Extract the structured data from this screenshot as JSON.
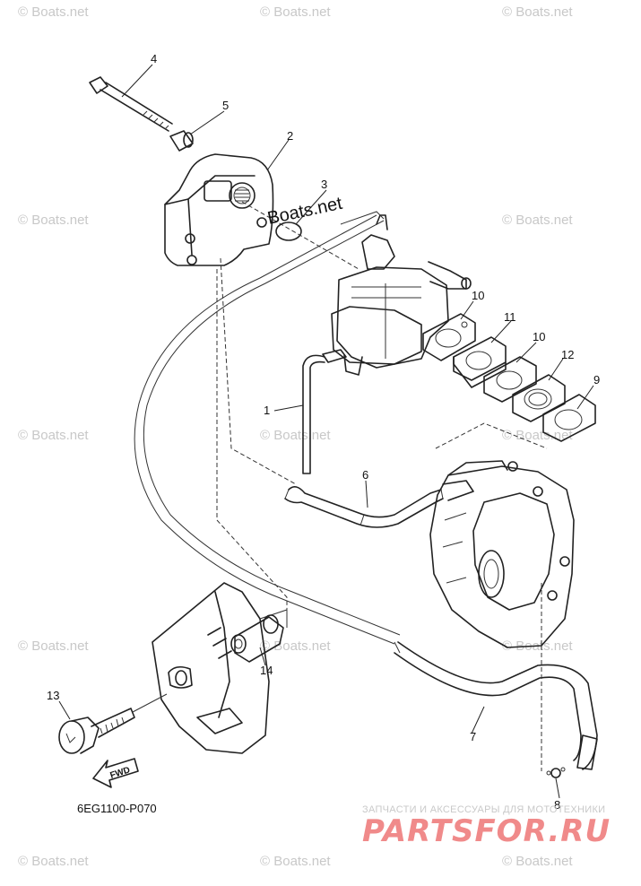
{
  "watermark": "© Boats.net",
  "diagram_code": "6EG1100-P070",
  "fwd_label": "FWD",
  "boats_label": "Boats.net",
  "brand": {
    "tagline": "ЗАПЧАСТИ И АКСЕССУАРЫ ДЛЯ МОТОТЕХНИКИ",
    "name": "PARTSFOR.RU"
  },
  "callouts": [
    "1",
    "2",
    "3",
    "4",
    "5",
    "6",
    "7",
    "8",
    "9",
    "10",
    "10",
    "11",
    "12",
    "13",
    "14"
  ]
}
